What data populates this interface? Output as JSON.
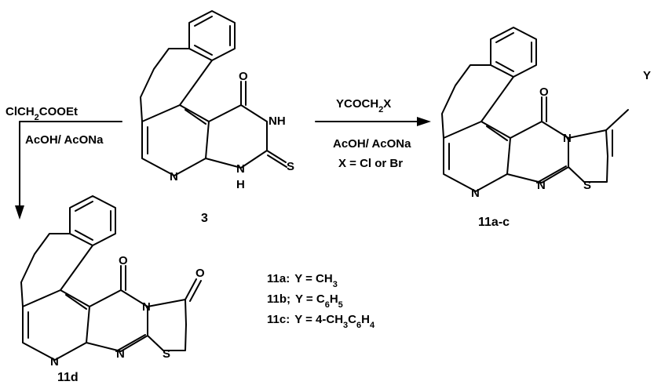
{
  "reagents": {
    "left_line1": "ClCH2COOEt",
    "left_line2": "AcOH/ AcONa",
    "right_line1": "YCOCH2X",
    "right_line2": "AcOH/ AcONa",
    "right_line3": "X =  Cl or Br"
  },
  "compounds": {
    "c3": "3",
    "c11ac": "11a-c",
    "c11d": "11d"
  },
  "atoms": {
    "O": "O",
    "N": "N",
    "H": "H",
    "NH": "NH",
    "S": "S",
    "Y": "Y"
  },
  "legend": [
    {
      "id": "11a:",
      "eq": "Y = CH3"
    },
    {
      "id": "11b;",
      "eq": "Y = C6H5"
    },
    {
      "id": "11c:",
      "eq": "Y = 4-CH3C6H4"
    }
  ]
}
